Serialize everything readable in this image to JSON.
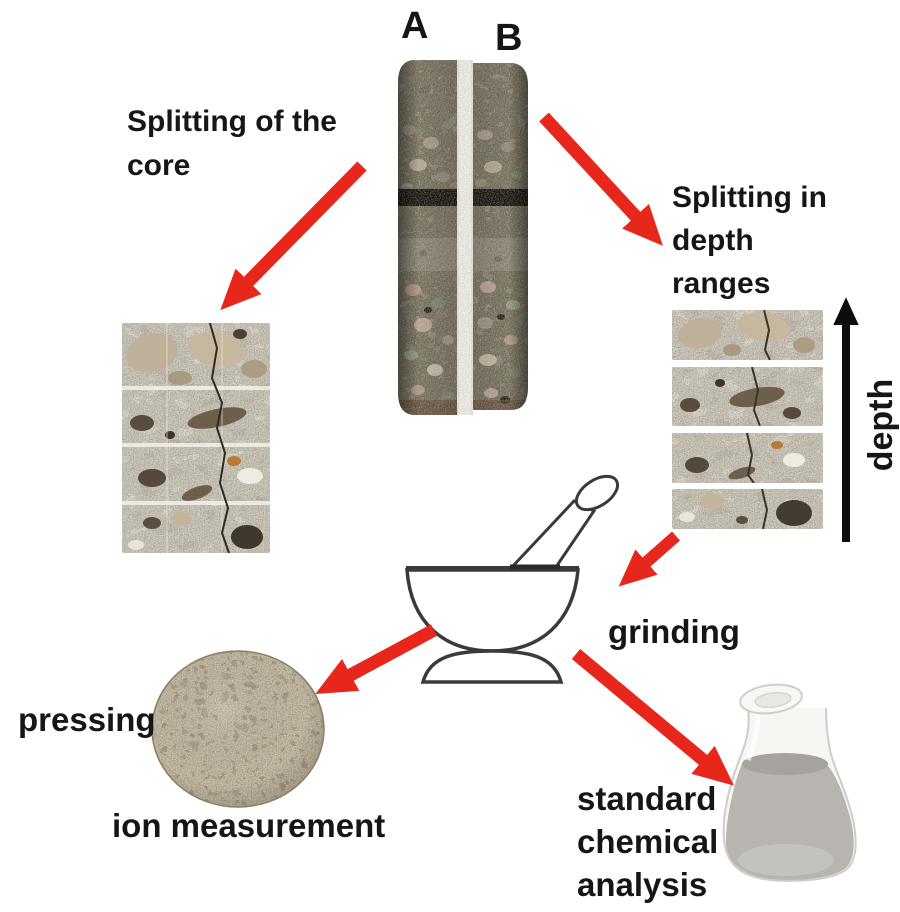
{
  "labels": {
    "core_half_a": "A",
    "core_half_b": "B",
    "splitting_core": {
      "line1": "Splitting of the",
      "line2": "core"
    },
    "splitting_depth": {
      "line1": "Splitting in",
      "line2": "depth",
      "line3": "ranges"
    },
    "depth_axis": "depth",
    "grinding": "grinding",
    "pressing": "pressing",
    "ion_measurement": "ion measurement",
    "chemical_analysis": {
      "line1": "standard",
      "line2": "chemical",
      "line3": "analysis"
    }
  },
  "colors": {
    "background": "#ffffff",
    "text": "#161616",
    "arrow_red": "#e8271c",
    "depth_arrow_black": "#0d0d0d",
    "core_dark": "#3c3528",
    "concrete_light": "#c6c0b2",
    "pellet_tan": "#a3977a",
    "flask_liquid_gray": "#b8b5b0"
  },
  "icons": {
    "grinding_icon": "mortar-and-pestle-icon",
    "analysis_icon": "erlenmeyer-flask-icon",
    "depth_icon": "upward-axis-arrow-icon"
  },
  "images": {
    "core_photo": "split-concrete-core",
    "section_photo": "concrete-cross-section-mosaic",
    "depth_slices_photo": "concrete-depth-range-slices",
    "pellet_photo": "pressed-powder-pellet"
  }
}
